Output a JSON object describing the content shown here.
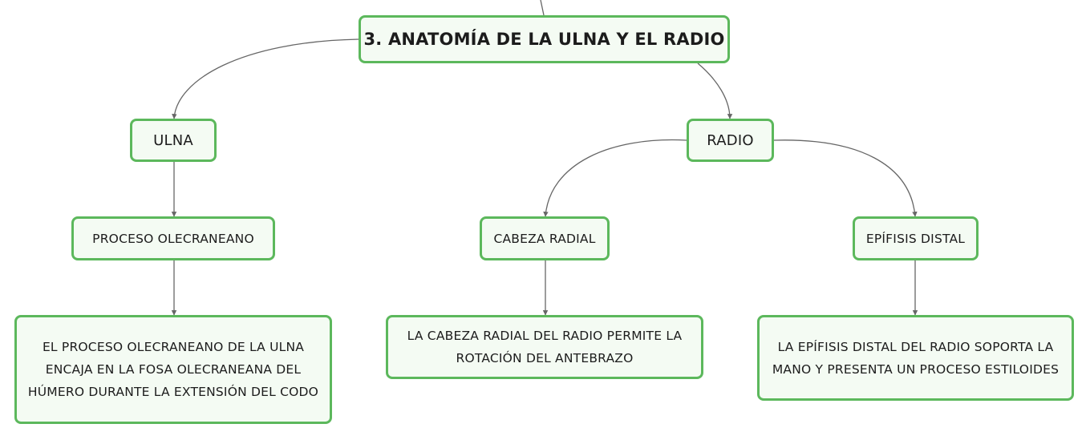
{
  "diagram": {
    "colors": {
      "node_border": "#5cb85c",
      "node_fill": "#f4fbf3",
      "connector": "#666666",
      "text": "#1c1c1c"
    },
    "root": {
      "label": "3. ANATOMÍA DE LA ULNA Y EL RADIO"
    },
    "ulna": {
      "label": "ULNA",
      "proceso": {
        "label": "PROCESO OLECRANEANO",
        "description": "EL PROCESO OLECRANEANO DE LA ULNA ENCAJA EN LA FOSA OLECRANEANA DEL HÚMERO DURANTE LA EXTENSIÓN DEL CODO"
      }
    },
    "radio": {
      "label": "RADIO",
      "cabeza": {
        "label": "CABEZA RADIAL",
        "description": "LA CABEZA RADIAL DEL RADIO PERMITE LA ROTACIÓN DEL ANTEBRAZO"
      },
      "epifisis": {
        "label": "EPÍFISIS DISTAL",
        "description": "LA EPÍFISIS DISTAL DEL RADIO SOPORTA LA MANO Y PRESENTA UN PROCESO ESTILOIDES"
      }
    }
  }
}
